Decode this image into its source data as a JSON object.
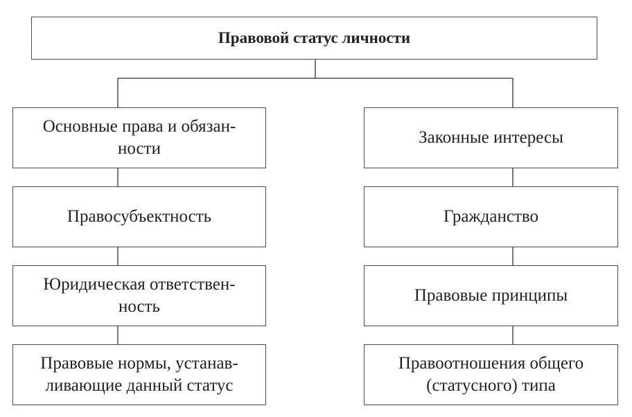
{
  "root": {
    "label": "Правовой статус личности"
  },
  "left": [
    {
      "label": "Основные права и обязан-\nности"
    },
    {
      "label": "Правосубъектность"
    },
    {
      "label": "Юридическая ответствен-\nность"
    },
    {
      "label": "Правовые нормы, устанав-\nливающие данный статус"
    }
  ],
  "right": [
    {
      "label": "Законные интересы"
    },
    {
      "label": "Гражданство"
    },
    {
      "label": "Правовые принципы"
    },
    {
      "label": "Правоотношения общего\n(статусного) типа"
    }
  ]
}
